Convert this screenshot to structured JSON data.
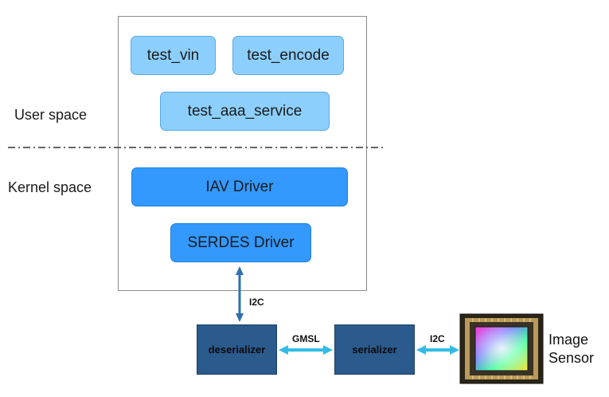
{
  "labels": {
    "user_space": "User space",
    "kernel_space": "Kernel space",
    "i2c_vertical": "I2C",
    "gmsl": "GMSL",
    "i2c_horizontal": "I2C",
    "image_sensor_line1": "Image",
    "image_sensor_line2": "Sensor"
  },
  "user_modules": {
    "test_vin": "test_vin",
    "test_encode": "test_encode",
    "test_aaa_service": "test_aaa_service"
  },
  "kernel_modules": {
    "iav_driver": "IAV Driver",
    "serdes_driver": "SERDES Driver"
  },
  "hardware": {
    "deserializer": "deserializer",
    "serializer": "serializer"
  },
  "colors": {
    "user_box": "#8ccffd",
    "kernel_box": "#3399ff",
    "hardware_box": "#2b5a8c",
    "link_arrow": "#33bbe6",
    "i2c_arrow": "#2f6fb0"
  },
  "icons": {
    "sensor": "image-sensor-chip-icon"
  }
}
